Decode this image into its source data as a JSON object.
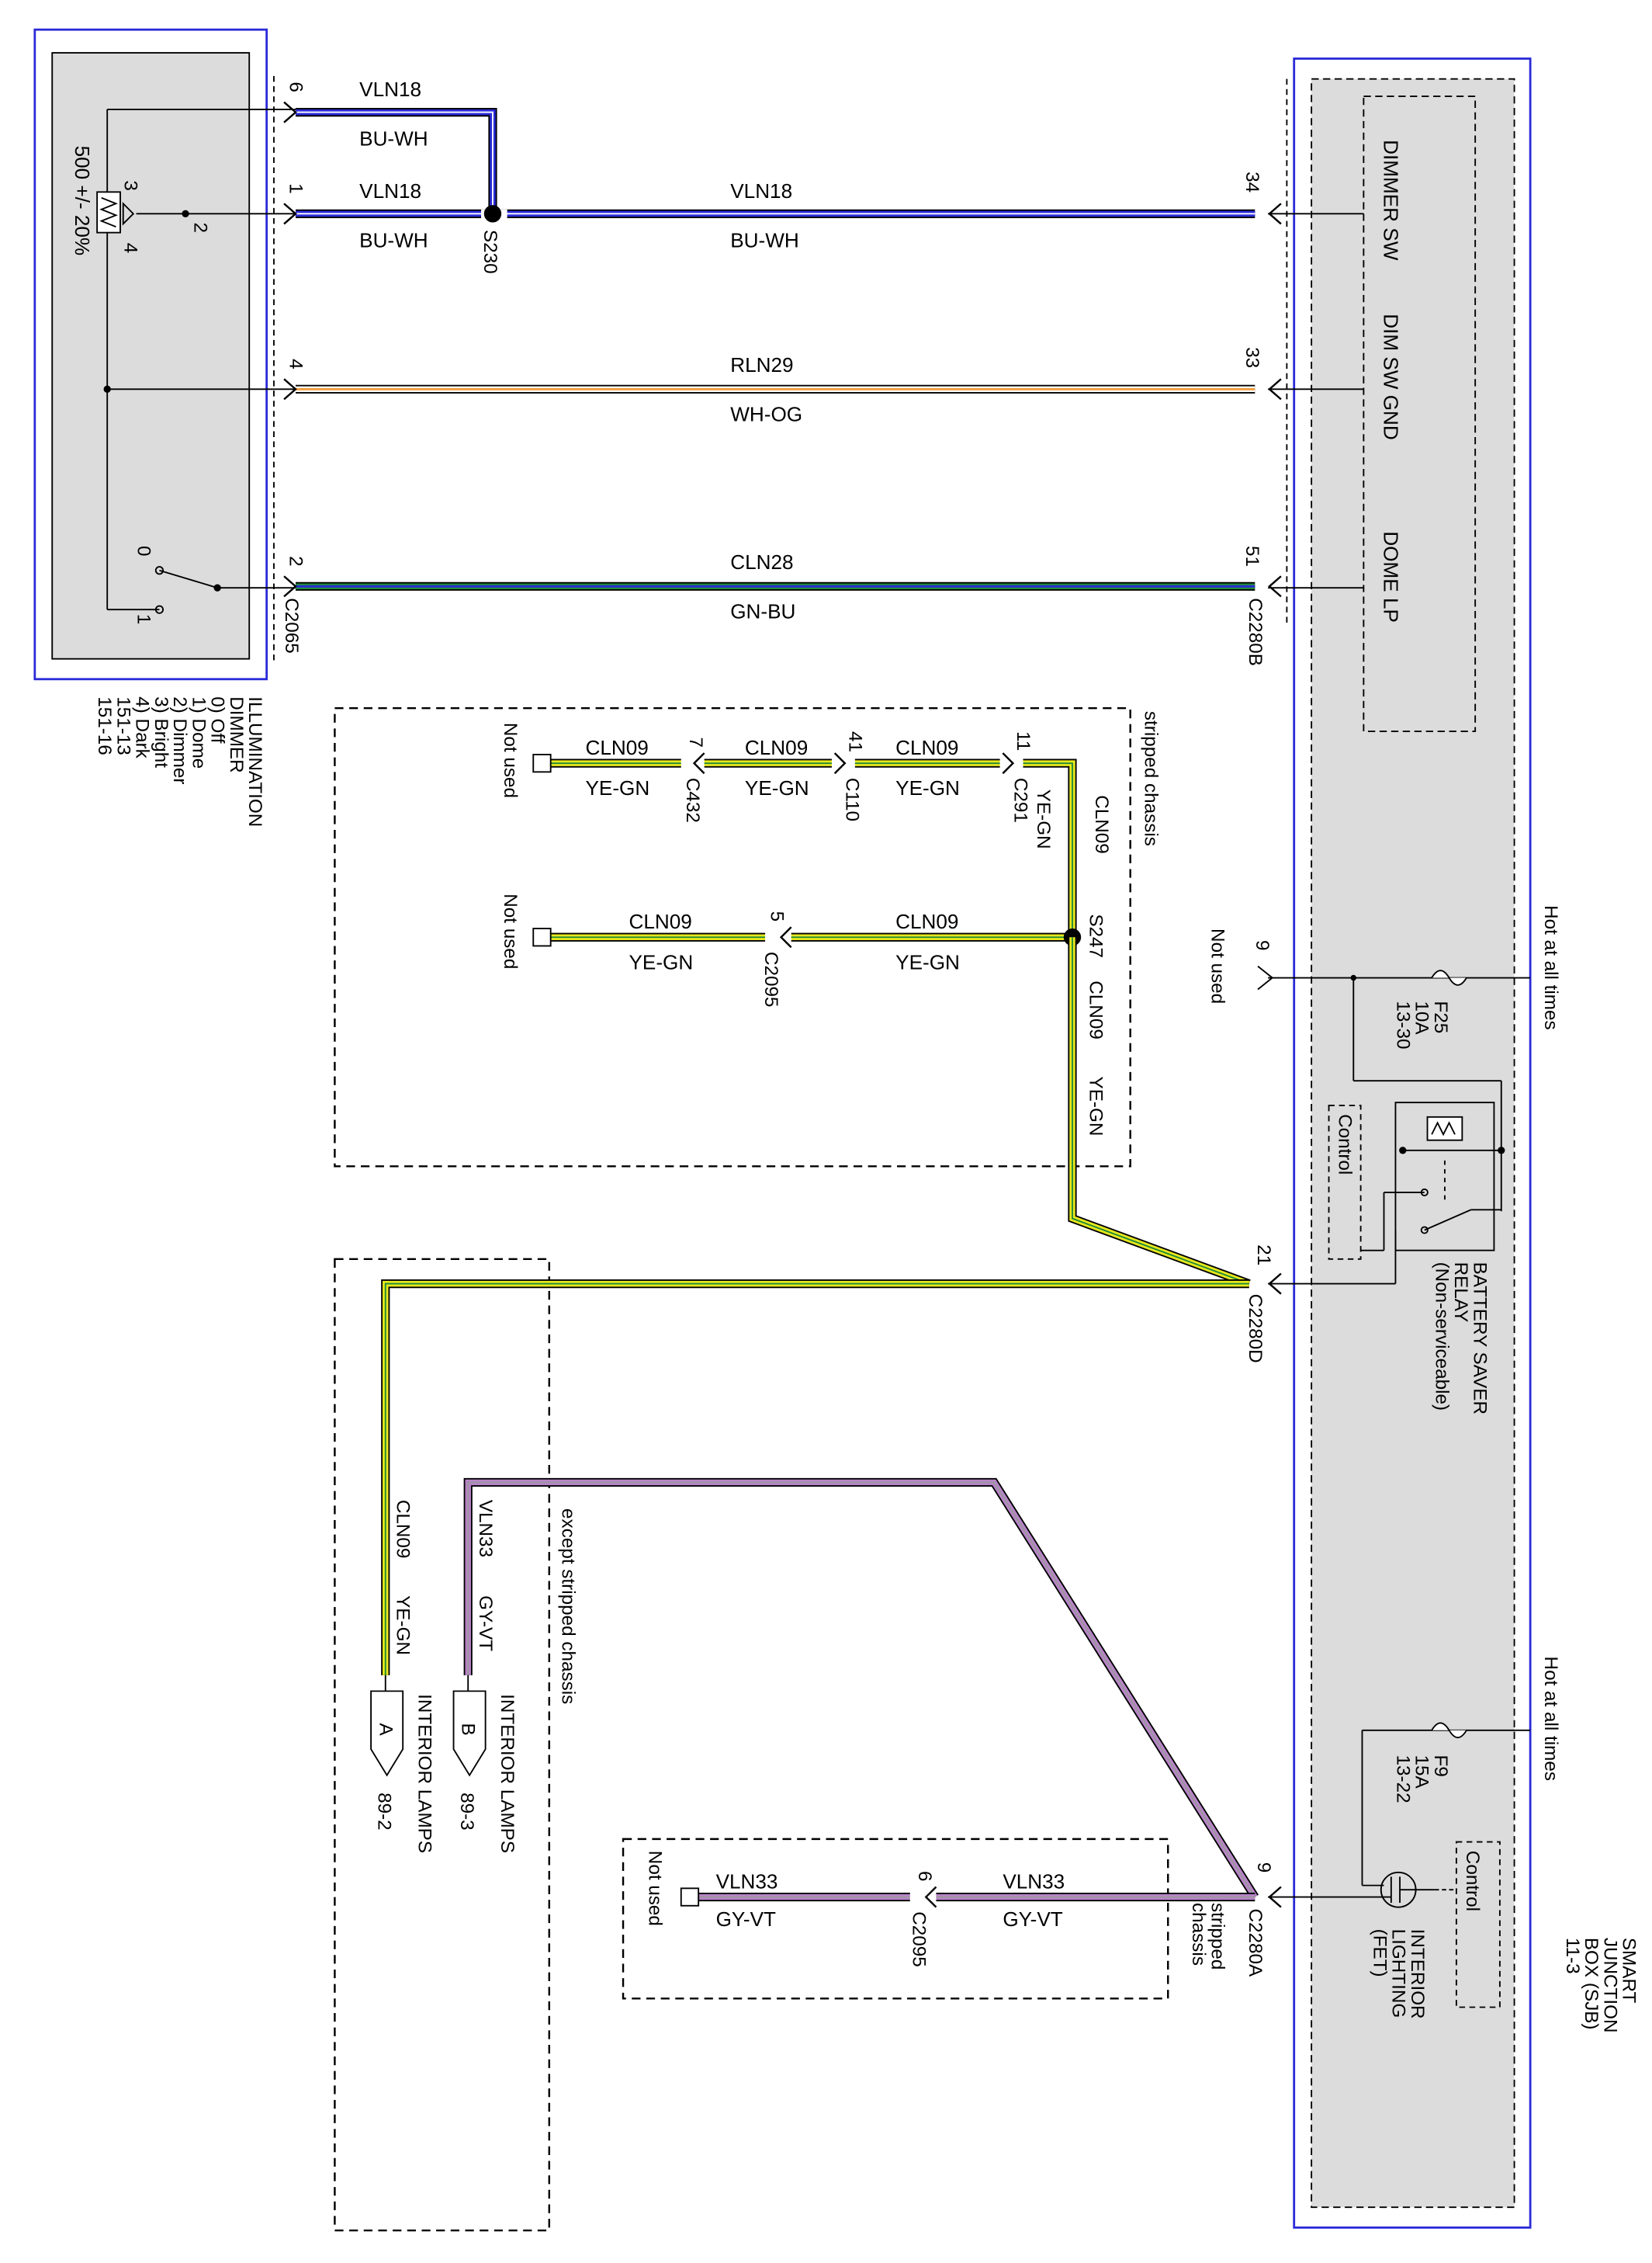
{
  "dimmer": {
    "title": "ILLUMINATION",
    "subtitle": "DIMMER",
    "states": [
      "0) Off",
      "1) Dome",
      "2) Dimmer",
      "3) Bright",
      "4) Dark"
    ],
    "ref": "151-13",
    "ref2": "151-16",
    "resistor": "500 +/- 20%",
    "term3": "3",
    "term4": "4",
    "term2": "2",
    "sw0": "0",
    "sw1": "1",
    "connector": "C2065"
  },
  "sjb": {
    "title": [
      "SMART",
      "JUNCTION",
      "BOX (SJB)"
    ],
    "ref": "11-3",
    "hot1": "Hot at all times",
    "hot2": "Hot at all times",
    "dimmer_sw": "DIMMER SW",
    "dim_sw_gnd": "DIM SW GND",
    "dome_lp": "DOME LP",
    "connector_b": "C2280B",
    "connector_d": "C2280D",
    "connector_a": "C2280A",
    "f25": [
      "F25",
      "10A",
      "13-30"
    ],
    "f9": [
      "F9",
      "15A",
      "13-22"
    ],
    "relay": [
      "BATTERY SAVER",
      "RELAY",
      "(Non-serviceable)"
    ],
    "control": "Control",
    "fet": [
      "INTERIOR",
      "LIGHTING",
      "(FET)"
    ],
    "not_used": "Not used"
  },
  "wires": {
    "w1": {
      "circuit": "VLN18",
      "color": "BU-WH",
      "pin_left": "6"
    },
    "w2": {
      "circuit": "VLN18",
      "color": "BU-WH",
      "pin_left": "1",
      "right_circuit": "VLN18",
      "right_color": "BU-WH",
      "pin_right": "34",
      "splice": "S230"
    },
    "w3": {
      "circuit": "RLN29",
      "color": "WH-OG",
      "pin_left": "4",
      "pin_right": "33"
    },
    "w4": {
      "circuit": "CLN28",
      "color": "GN-BU",
      "pin_left": "2",
      "pin_right": "51"
    },
    "f25_pin": "9"
  },
  "stripped": {
    "label": "stripped chassis",
    "not_used_1": "Not used",
    "not_used_2": "Not used",
    "c432": "C432",
    "c432_pin": "7",
    "c110": "C110",
    "c110_pin": "41",
    "c291": "C291",
    "c291_pin": "11",
    "c2095": "C2095",
    "c2095_pin": "5",
    "s247": "S247",
    "circuit": "CLN09",
    "color": "YE-GN",
    "pin_21": "21"
  },
  "except": {
    "label": "except stripped chassis",
    "lamp_b": {
      "circuit": "VLN33",
      "color": "GY-VT",
      "pin": "B",
      "name": "INTERIOR LAMPS",
      "ref": "89-3"
    },
    "lamp_a": {
      "circuit": "CLN09",
      "color": "YE-GN",
      "pin": "A",
      "name": "INTERIOR LAMPS",
      "ref": "89-2"
    }
  },
  "lower": {
    "circuit": "VLN33",
    "color": "GY-VT",
    "c2095": "C2095",
    "c2095_pin": "6",
    "pin_9": "9",
    "not_used": "Not used",
    "label": [
      "stripped",
      "chassis"
    ]
  }
}
